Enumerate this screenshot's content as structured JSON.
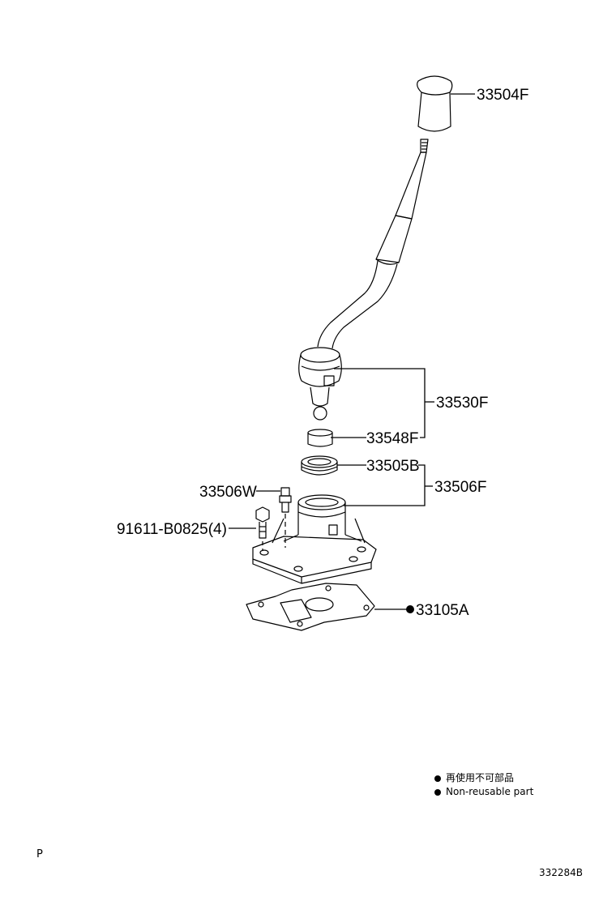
{
  "callouts": {
    "knob": "33504F",
    "lever_assy": "33530F",
    "bushing": "33548F",
    "boot": "33505B",
    "housing_assy": "33506F",
    "pin": "33506W",
    "bolt": "91611-B0825(4)",
    "gasket": "33105A"
  },
  "gasket_marker": "non-reusable-dot",
  "legend": {
    "line_jp": "再使用不可部品",
    "line_en": "Non-reusable part"
  },
  "footer": {
    "corner_letter": "P",
    "drawing_number": "332284B"
  },
  "colors": {
    "line": "#000000",
    "background": "#ffffff"
  }
}
